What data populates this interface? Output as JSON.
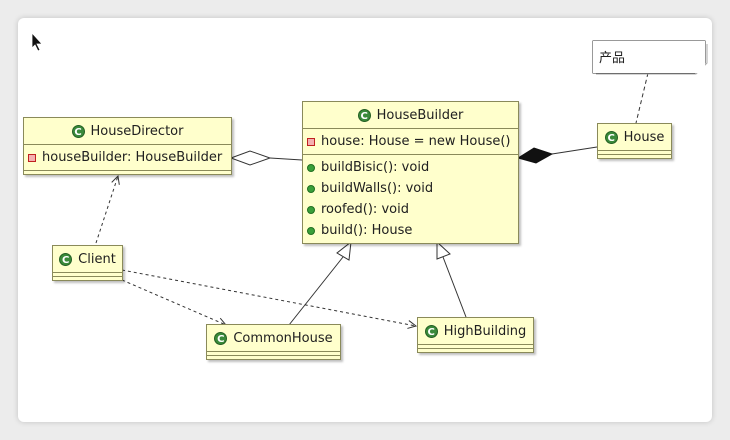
{
  "note": {
    "text": "产品"
  },
  "classes": {
    "house_director": {
      "name": "HouseDirector",
      "field": "houseBuilder: HouseBuilder"
    },
    "house_builder": {
      "name": "HouseBuilder",
      "field": "house: House = new House()",
      "methods": [
        "buildBisic(): void",
        "buildWalls(): void",
        "roofed(): void",
        "build(): House"
      ]
    },
    "house": {
      "name": "House"
    },
    "client": {
      "name": "Client"
    },
    "common_house": {
      "name": "CommonHouse"
    },
    "high_building": {
      "name": "HighBuilding"
    }
  },
  "icons": {
    "class": "class-icon",
    "private": "private-field-icon",
    "public": "public-method-icon"
  },
  "colors": {
    "class_fill": "#ffffcc",
    "class_border": "#8a8a5a",
    "class_icon": "#3a8a3a"
  }
}
